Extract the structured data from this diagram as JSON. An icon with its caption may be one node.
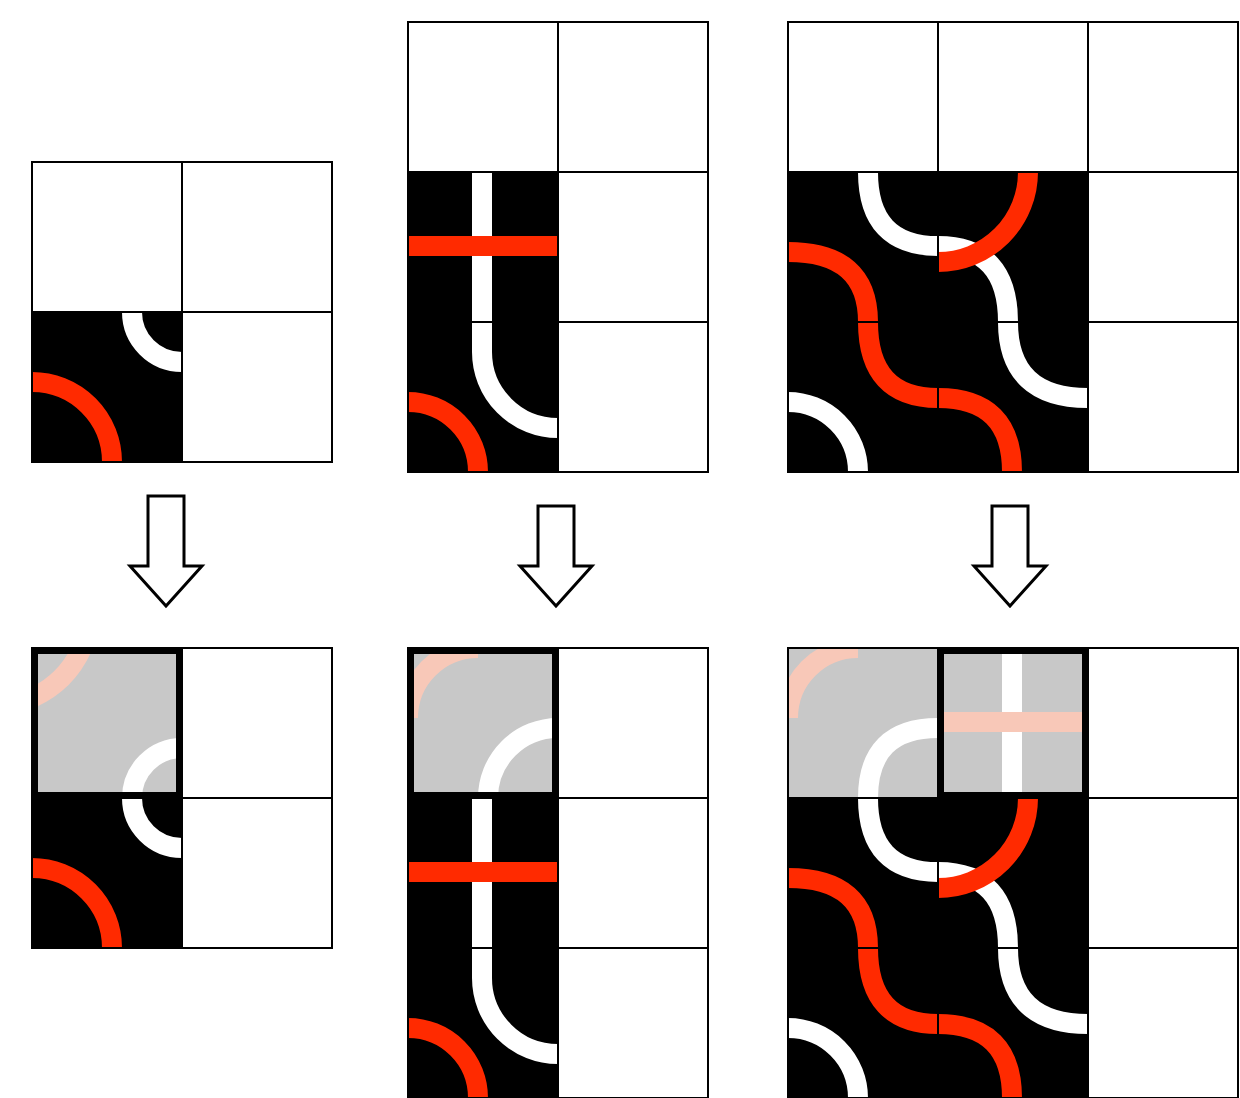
{
  "diagram": {
    "nodes": [
      {
        "text": [],
        "shape": "picture"
      },
      {
        "text": [],
        "shape": "picture"
      },
      {
        "text": [],
        "shape": "picture"
      },
      {
        "text": [],
        "shape": "picture"
      },
      {
        "text": [],
        "shape": "picture"
      },
      {
        "text": [],
        "shape": "picture"
      }
    ],
    "edges": [
      {
        "from": 0,
        "to": 3,
        "arrow": "to"
      },
      {
        "from": 1,
        "to": 4,
        "arrow": "to"
      },
      {
        "from": 2,
        "to": 5,
        "arrow": "to"
      }
    ]
  }
}
